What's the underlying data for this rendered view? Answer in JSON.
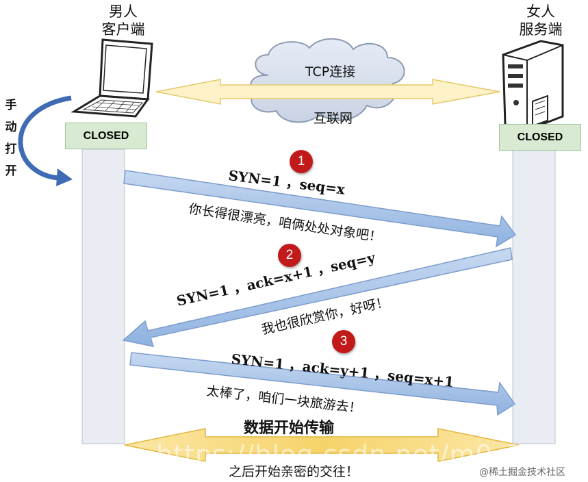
{
  "client": {
    "line1": "男人",
    "line2": "客户端",
    "state": "CLOSED"
  },
  "server": {
    "line1": "女人",
    "line2": "服务端",
    "state": "CLOSED"
  },
  "network": {
    "top_label": "TCP连接",
    "bottom_label": "互联网"
  },
  "manual_open": "手动打开",
  "steps": [
    {
      "number": "1",
      "packet": "SYN=1 ，seq=x",
      "dialogue": "你长得很漂亮，咱俩处处对象吧！"
    },
    {
      "number": "2",
      "packet": "SYN=1 ，ack=x+1 ，seq=y",
      "dialogue": "我也很欣赏你，好呀！"
    },
    {
      "number": "3",
      "packet": "SYN=1 ，ack=y+1 ，seq=x+1",
      "dialogue": "太棒了，咱们一块旅游去！"
    }
  ],
  "data_transfer": {
    "title": "数据开始传输",
    "subtitle": "之后开始亲密的交往！"
  },
  "watermark": {
    "faded_url": "https://blog.csdn.net/m0_38",
    "site": "@稀土掘金技术社区"
  },
  "colors": {
    "state_fill": "#d9ead3",
    "arrow_blue": "#a9c4e8",
    "arrow_yellow": "#f7d873",
    "badge_red": "#c21a1a"
  }
}
